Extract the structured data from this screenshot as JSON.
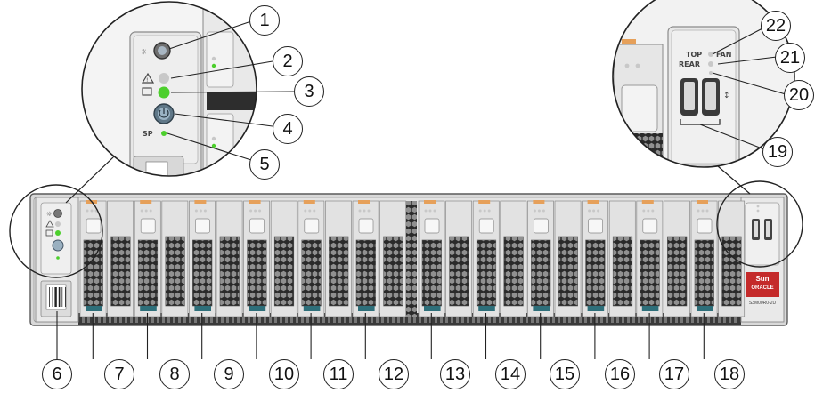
{
  "diagram": {
    "callouts": {
      "c1": "1",
      "c2": "2",
      "c3": "3",
      "c4": "4",
      "c5": "5",
      "c6": "6",
      "c7": "7",
      "c8": "8",
      "c9": "9",
      "c10": "10",
      "c11": "11",
      "c12": "12",
      "c13": "13",
      "c14": "14",
      "c15": "15",
      "c16": "16",
      "c17": "17",
      "c18": "18",
      "c19": "19",
      "c20": "20",
      "c21": "21",
      "c22": "22"
    },
    "panel_labels": {
      "sp": "SP",
      "top": "TOP",
      "fan": "FAN",
      "rear": "REAR"
    },
    "brand_badge": {
      "sun": "Sun",
      "oracle": "ORACLE",
      "model": "S3M00R0-2U"
    },
    "colors": {
      "led_green": "#4ccf2c",
      "led_off": "#c8c8c8",
      "badge_red": "#c42a2a",
      "chassis": "#d8d8d8",
      "drive_handle": "#f1f1f1",
      "latch_teal": "#2e6f7a",
      "drive_tab_orange": "#e6a05a"
    }
  }
}
